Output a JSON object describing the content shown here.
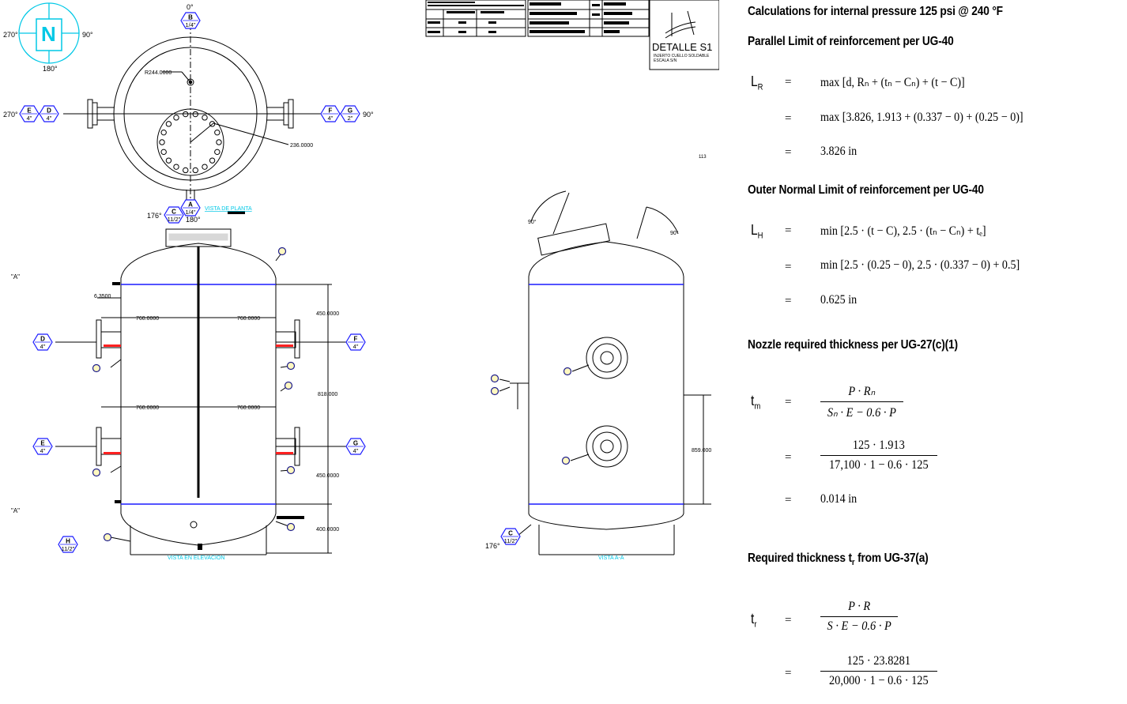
{
  "drawing": {
    "compass": {
      "north_letter": "N",
      "west": "270°",
      "east": "90°",
      "south": "180°"
    },
    "top_view": {
      "angle_top": "0°",
      "radius_label": "R244.0000",
      "dimension_236": "236.0000",
      "label_270": "270°",
      "label_90": "90°",
      "label_176": "176°",
      "label_180": "180°",
      "view_title": "VISTA DE PLANTA",
      "nozzles": [
        {
          "letter": "B",
          "size": "1/4\""
        },
        {
          "letter": "E",
          "size": "4\""
        },
        {
          "letter": "D",
          "size": "4\""
        },
        {
          "letter": "F",
          "size": "4\""
        },
        {
          "letter": "G",
          "size": "2\""
        },
        {
          "letter": "C",
          "size": "11/2\""
        },
        {
          "letter": "A",
          "size": "1/4\""
        }
      ]
    },
    "elevation": {
      "section_mark": "\"A\"",
      "dim_thk": "6.3500",
      "dim_760": "760.0000",
      "dim_450": "450.0000",
      "dim_818": "818.000",
      "dim_400": "400.0000",
      "view_title": "VISTA EN ELEVACION",
      "nozzles": [
        {
          "letter": "D",
          "size": "4\""
        },
        {
          "letter": "F",
          "size": "4\""
        },
        {
          "letter": "E",
          "size": "4\""
        },
        {
          "letter": "G",
          "size": "4\""
        },
        {
          "letter": "H",
          "size": "11/2\""
        }
      ]
    },
    "side_view": {
      "angle_left": "90°",
      "angle_right": "90°",
      "dim_859": "859.000",
      "nozzle": {
        "letter": "C",
        "size": "11/2\""
      },
      "label_176": "176°",
      "view_title": "VISTA A-A",
      "small_text": "113"
    },
    "detail": {
      "title": "DETALLE S1",
      "line1": "INJERTO CUELLO SOLDABLE",
      "line2": "ESCALA S/N"
    }
  },
  "calc": {
    "title1": "Calculations for internal pressure 125 psi @ 240 °F",
    "title2": "Parallel Limit of reinforcement per UG-40",
    "lr_symbol": "L",
    "lr_sub": "R",
    "eq_sign": "=",
    "lr_formula": "max [d,  Rₙ + (tₙ − Cₙ) + (t − C)]",
    "lr_subst": "max [3.826,  1.913 + (0.337 − 0) + (0.25 − 0)]",
    "lr_result": "3.826  in",
    "title3": "Outer Normal Limit of reinforcement per UG-40",
    "lh_symbol": "L",
    "lh_sub": "H",
    "lh_formula": "min [2.5 · (t − C),  2.5 · (tₙ − Cₙ) + tₑ]",
    "lh_subst": "min [2.5 · (0.25 − 0),  2.5 · (0.337 − 0) + 0.5]",
    "lh_result": "0.625  in",
    "title4": "Nozzle required thickness per UG-27(c)(1)",
    "tm_symbol": "t",
    "tm_sub": "m",
    "tm_num": "P · Rₙ",
    "tm_den": "Sₙ · E − 0.6 · P",
    "tm_num2": "125 · 1.913",
    "tm_den2": "17,100 · 1 − 0.6 · 125",
    "tm_result": "0.014  in",
    "title5_pre": "Required thickness t",
    "title5_sub": "r",
    "title5_post": " from UG-37(a)",
    "tr_symbol": "t",
    "tr_sub": "r",
    "tr_num": "P · R",
    "tr_den": "S · E − 0.6 · P",
    "tr_num2": "125 · 23.8281",
    "tr_den2": "20,000 · 1 − 0.6 · 125"
  },
  "colors": {
    "blue": "#1a1aff",
    "cyan": "#00c8e6",
    "red": "#ff2020",
    "navy": "#1c1c8c"
  }
}
